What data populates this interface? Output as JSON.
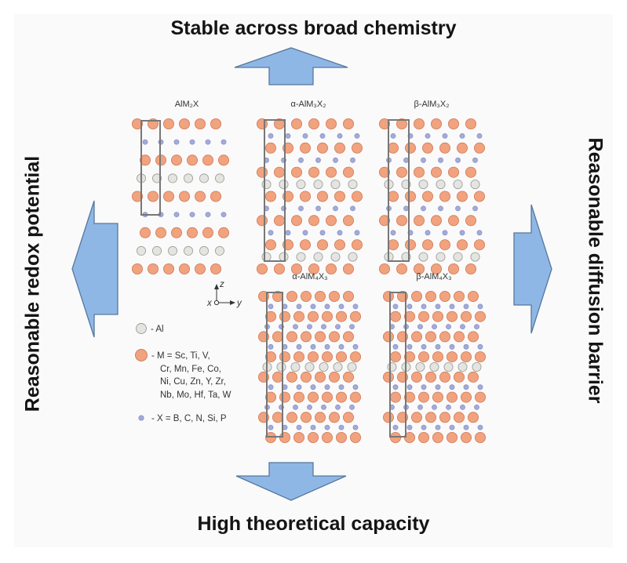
{
  "headings": {
    "top": "Stable across broad chemistry",
    "bottom": "High theoretical capacity",
    "left": "Reasonable redox potential",
    "right": "Reasonable diffusion barrier"
  },
  "panels": [
    {
      "id": "AlM2X",
      "label": "AlM₂X",
      "sequence": "MXMAMXMAM"
    },
    {
      "id": "alpha-AlM3X2",
      "label": "α-AlM₃X₂",
      "sequence": "MXMXMAMXMXMAM"
    },
    {
      "id": "beta-AlM3X2",
      "label": "β-AlM₃X₂",
      "sequence": "MXMXMAMXMXMAM"
    },
    {
      "id": "alpha-AlM4X3",
      "label": "α-AlM₄X₃",
      "sequence": "MXMXMXMAMXMXMXM"
    },
    {
      "id": "beta-AlM4X3",
      "label": "β-AlM₄X₃",
      "sequence": "MXMXMXMAMXMXMXM"
    }
  ],
  "axes": {
    "z": "z",
    "y": "y",
    "x": "x"
  },
  "legend": [
    {
      "symbol": "Al",
      "lines": [
        "- Al"
      ]
    },
    {
      "symbol": "M",
      "lines": [
        "- M = Sc, Ti, V,",
        "Cr,  Mn, Fe, Co,",
        "Ni, Cu, Zn, Y, Zr,",
        "Nb, Mo, Hf, Ta, W"
      ]
    },
    {
      "symbol": "X",
      "lines": [
        "- X = B, C, N, Si, P"
      ]
    }
  ],
  "colors": {
    "al_fill": "#e4e4e0",
    "al_stroke": "#9a9a96",
    "m_fill": "#f0a37e",
    "m_stroke": "#d27a55",
    "x_fill": "#a3abd8",
    "x_stroke": "#7d86bd",
    "arrow_fill": "#8fb7e6",
    "arrow_stroke": "#56789c",
    "cell_stroke": "#777777"
  }
}
